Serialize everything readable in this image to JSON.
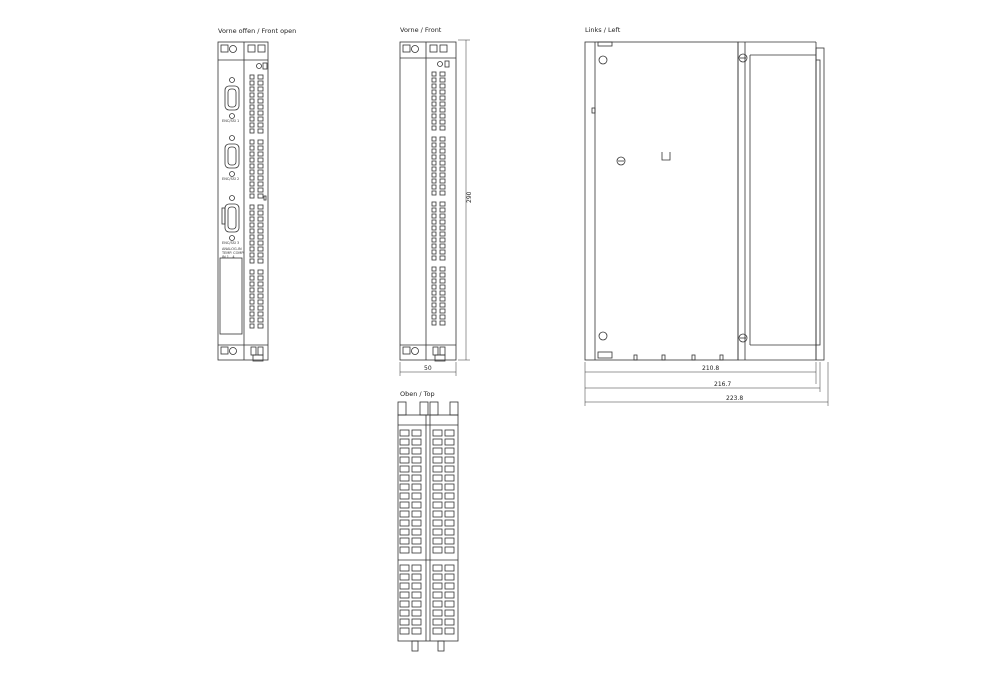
{
  "views": {
    "front_open": {
      "label": "Vorne offen  /  Front open"
    },
    "front": {
      "label": "Vorne  /  Front",
      "height_dim": "290",
      "width_dim": "50"
    },
    "left": {
      "label": "Links  /  Left",
      "dims": [
        "210.8",
        "216.7",
        "223.8"
      ]
    },
    "top": {
      "label": "Oben  /  Top"
    }
  },
  "connector_labels": [
    "ENC/SSI 1",
    "ENC/SSI 2",
    "ENC/SSI 3"
  ],
  "small_print": [
    "ANALOG-IN",
    "TEMP. COMP.",
    "IN 1...4"
  ],
  "colors": {
    "line": "#333333",
    "background": "#ffffff"
  }
}
